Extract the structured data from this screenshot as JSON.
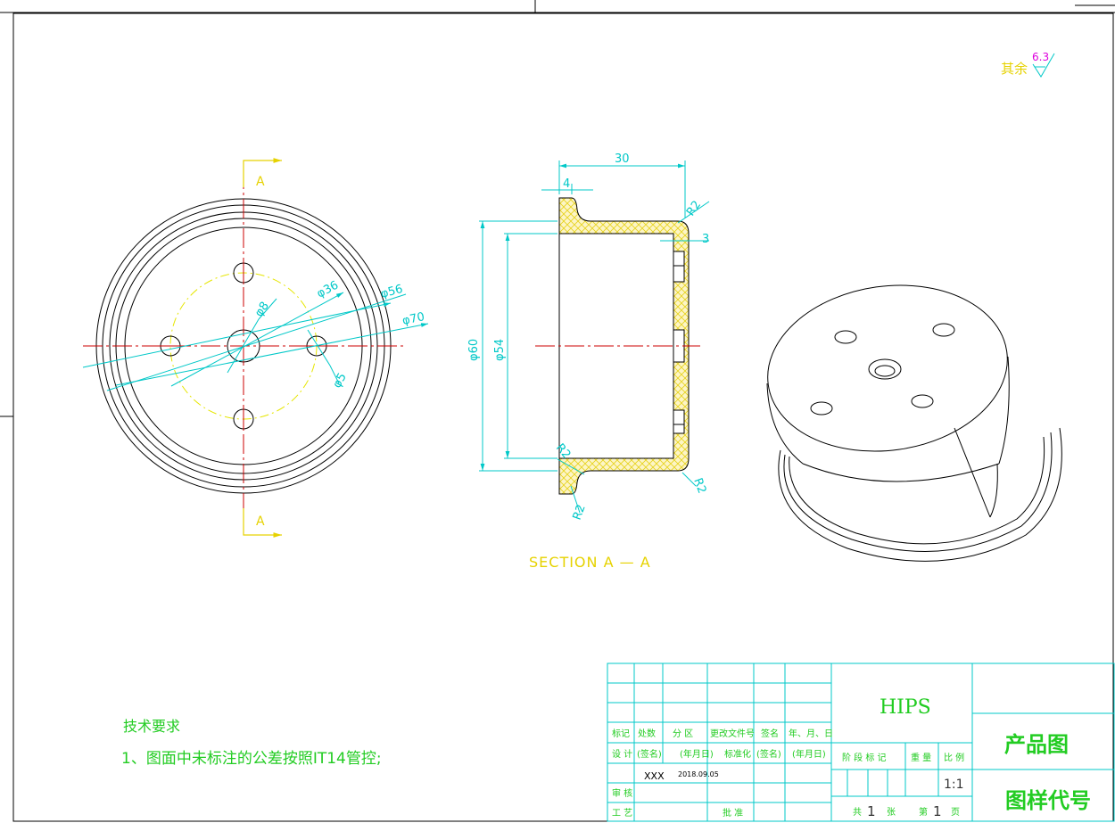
{
  "roughness": {
    "prefix": "其余",
    "value": "6.3"
  },
  "front_view": {
    "section_marks": [
      "A",
      "A"
    ],
    "dimensions": {
      "d36": "φ36",
      "d56": "φ56",
      "d70": "φ70",
      "d8": "φ8",
      "d5": "φ5"
    }
  },
  "section_view": {
    "dimensions": {
      "width": "30",
      "wall": "4",
      "bottom": "3",
      "outer_dia": "φ60",
      "inner_dia": "φ54",
      "r_top": "R2",
      "r_bl": "R2",
      "r_b": "R2",
      "r_br": "R2"
    },
    "caption": "SECTION  A — A"
  },
  "tech_requirements": {
    "title": "技术要求",
    "item1": "1、图面中未标注的公差按照IT14管控;"
  },
  "title_block": {
    "material": "HIPS",
    "product": "产品图",
    "drawing_code": "图样代号",
    "scale": "1:1",
    "designer": "XXX",
    "date": "2018.09.05",
    "headers": {
      "biaoji": "标记",
      "chushu": "处数",
      "fenqu": "分 区",
      "gengai": "更改文件号",
      "qianming": "签名",
      "nianyueri": "年、月、日",
      "sheji": "设 计",
      "qianming2": "(签名)",
      "nianyueri2": "(年月日)",
      "biaozhunhua": "标准化",
      "qianming3": "(签名)",
      "nianyueri3": "(年月日)",
      "shenhe": "审 核",
      "gongyi": "工 艺",
      "pizhun": "批 准",
      "jieduan": "阶 段 标 记",
      "zhongliang": "重 量",
      "bili": "比 例",
      "gong": "共",
      "zhang": "张",
      "di": "第",
      "ye": "页",
      "total_sheets": "1",
      "sheet_no": "1"
    }
  },
  "colors": {
    "frame": "#000000",
    "centerline": "#cc0000",
    "dimension": "#00c8c8",
    "section_mark": "#e6d200",
    "pitch_circle": "#e6e600",
    "tech_text": "#22cc22",
    "roughness_value": "#dd00dd"
  }
}
